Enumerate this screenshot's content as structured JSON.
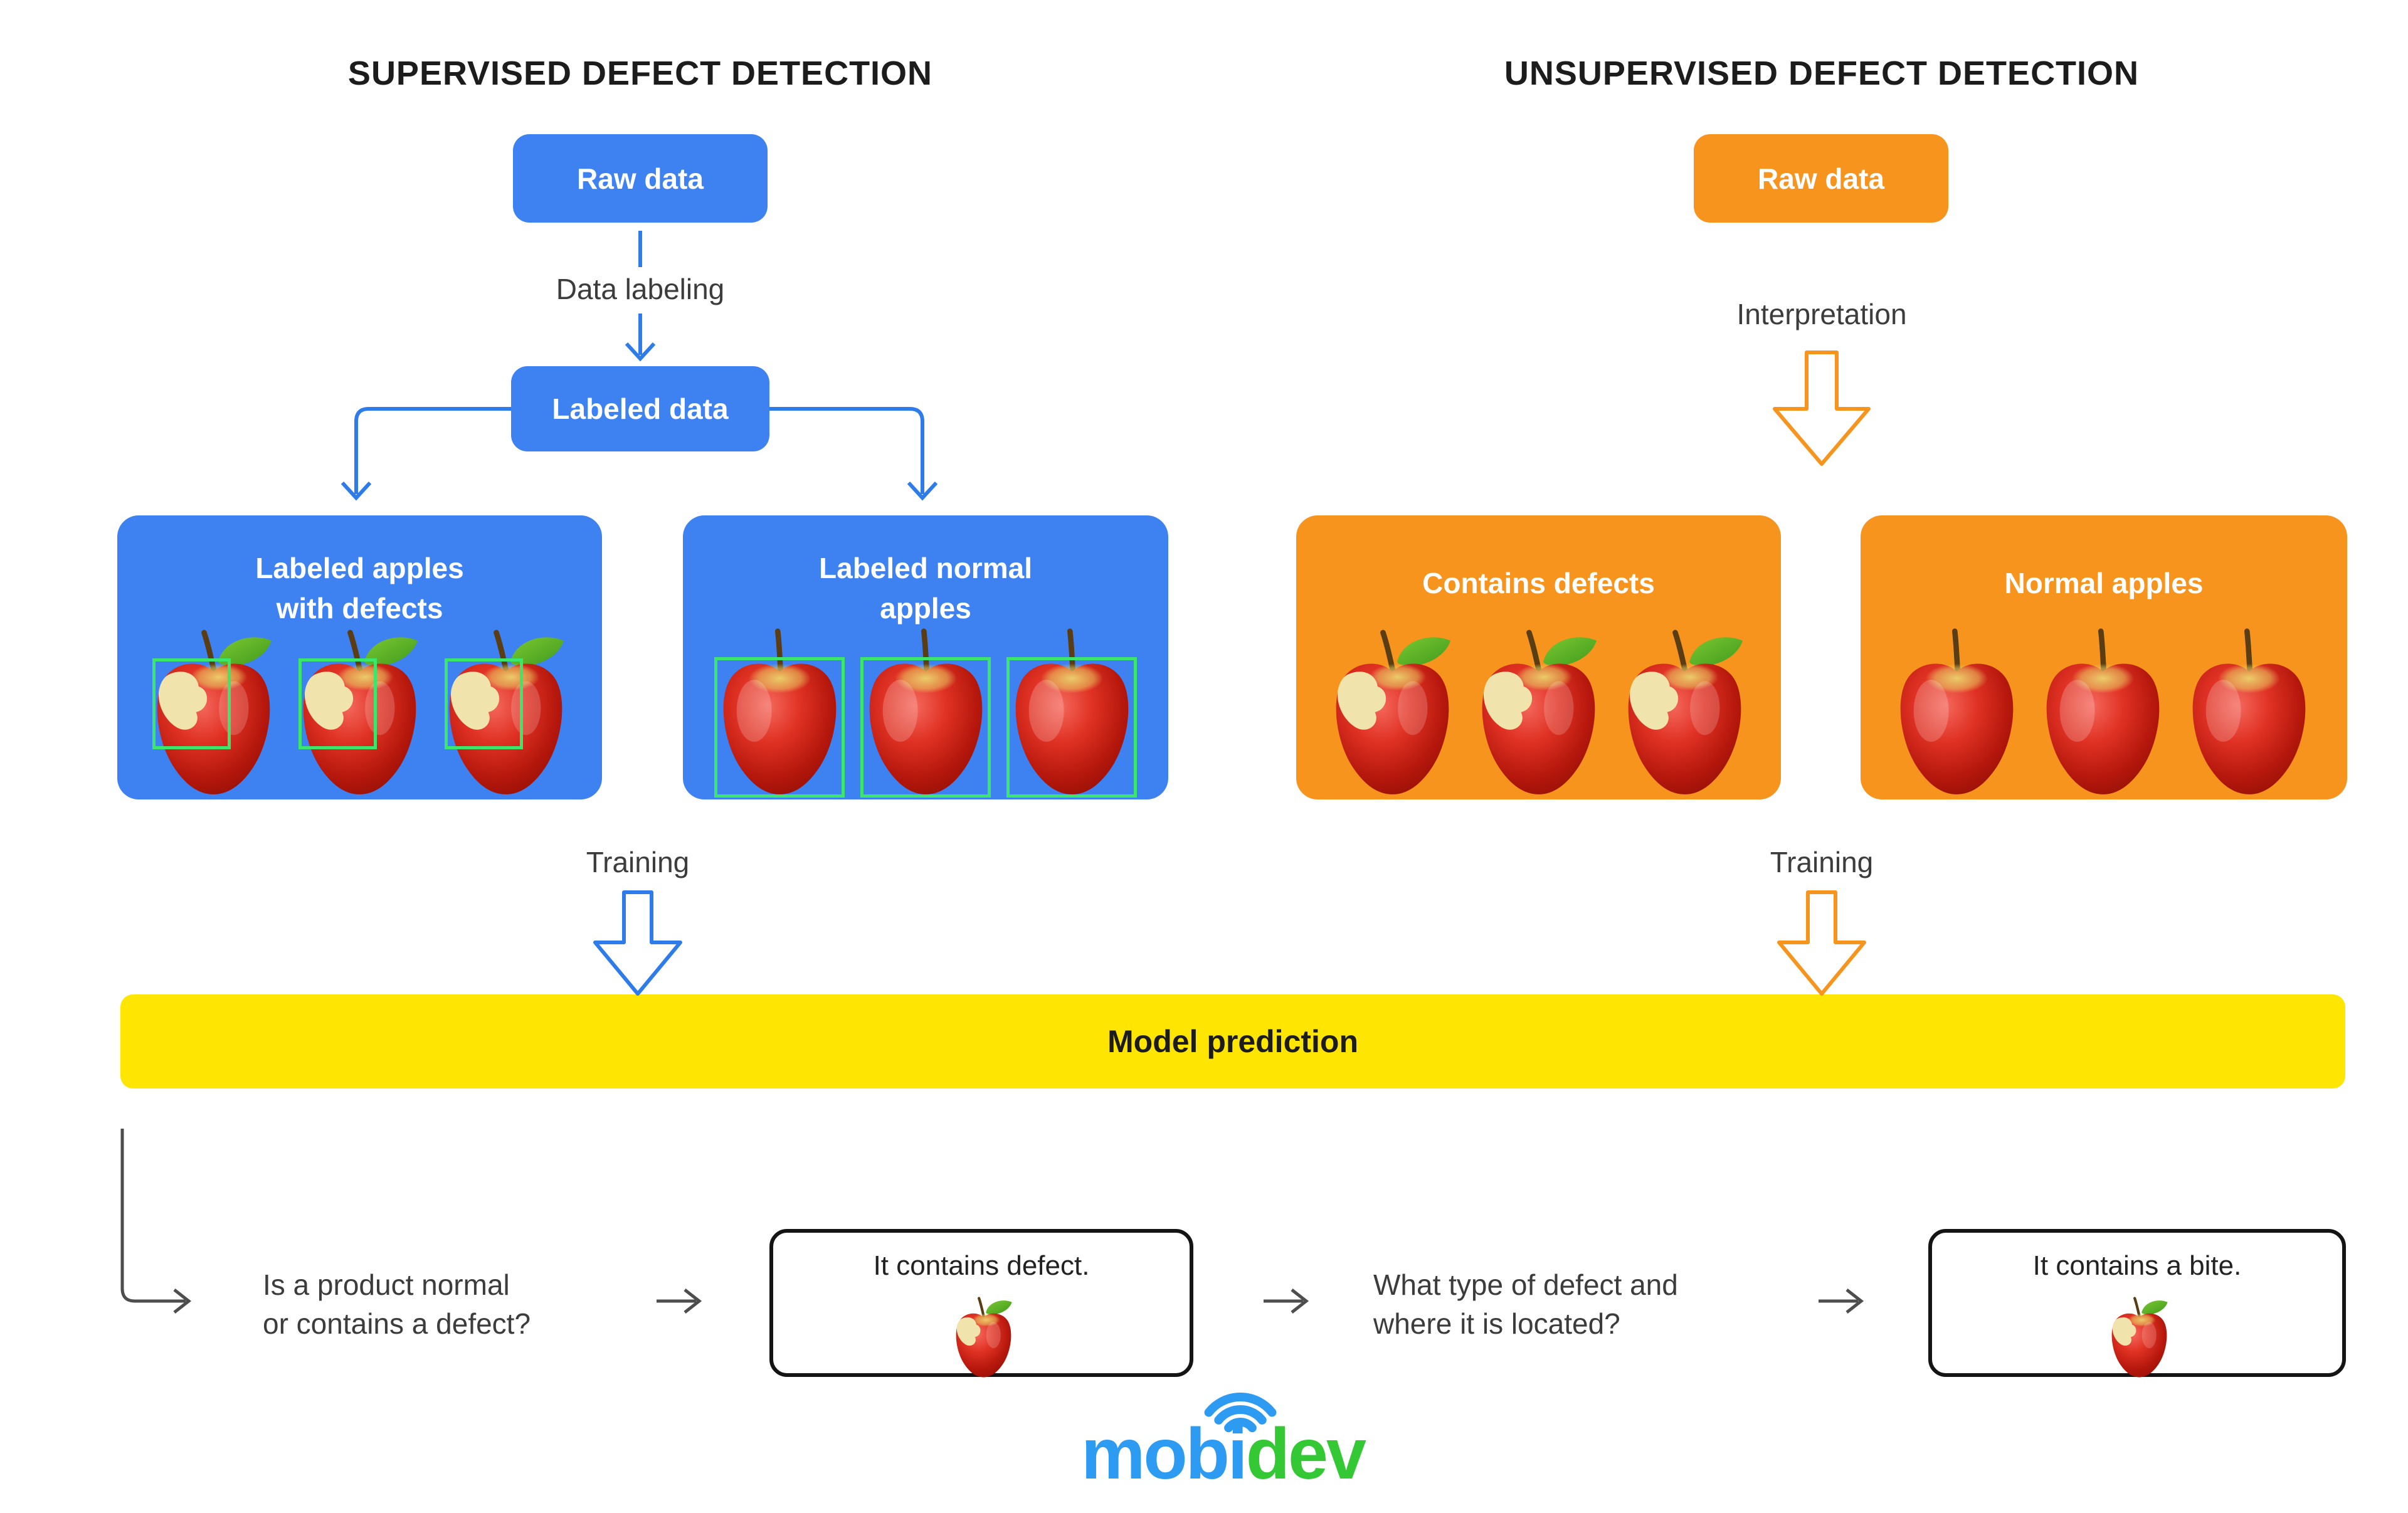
{
  "colors": {
    "blue": "#3E82F2",
    "blue_line": "#2E7BEA",
    "orange": "#F7941E",
    "yellow": "#FFE502",
    "green_bbox": "#3CE56C",
    "gray_arrow": "#4D4D4D",
    "text_dark": "#1C1C1C",
    "text_gray": "#3C3C3C",
    "logo_blue": "#2E9BF2",
    "logo_green": "#35C835",
    "box_border": "#141414"
  },
  "supervised": {
    "title": "SUPERVISED DEFECT DETECTION",
    "raw_data_label": "Raw data",
    "data_labeling_label": "Data labeling",
    "labeled_data_label": "Labeled data",
    "defect_box": {
      "line1": "Labeled apples",
      "line2": "with defects"
    },
    "normal_box": {
      "line1": "Labeled normal",
      "line2": "apples"
    },
    "training_label": "Training"
  },
  "unsupervised": {
    "title": "UNSUPERVISED DEFECT DETECTION",
    "raw_data_label": "Raw data",
    "interpretation_label": "Interpretation",
    "defect_box": {
      "title": "Contains defects"
    },
    "normal_box": {
      "title": "Normal apples"
    },
    "training_label": "Training"
  },
  "model_bar": {
    "label": "Model prediction"
  },
  "qa_flow": {
    "question1": {
      "line1": "Is a product normal",
      "line2": "or contains a defect?"
    },
    "answer1": "It contains defect.",
    "question2": {
      "line1": "What type of defect and",
      "line2": "where it is located?"
    },
    "answer2": "It contains a bite."
  },
  "logo": {
    "part1": "mobi",
    "part2": "dev"
  }
}
